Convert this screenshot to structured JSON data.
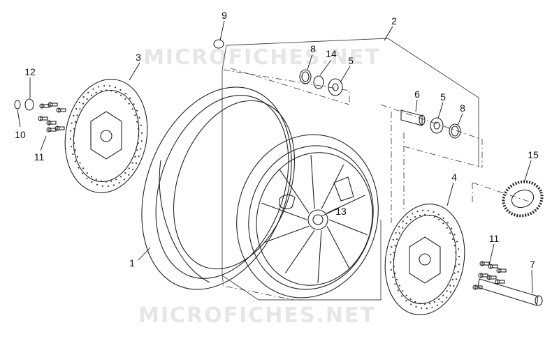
{
  "watermark": {
    "text": "MICROFICHES.NET",
    "color": "#e6e6e6"
  },
  "callouts": [
    {
      "id": "1",
      "label": "1"
    },
    {
      "id": "2",
      "label": "2"
    },
    {
      "id": "3",
      "label": "3"
    },
    {
      "id": "4",
      "label": "4"
    },
    {
      "id": "5a",
      "label": "5"
    },
    {
      "id": "5b",
      "label": "5"
    },
    {
      "id": "6",
      "label": "6"
    },
    {
      "id": "7",
      "label": "7"
    },
    {
      "id": "8a",
      "label": "8"
    },
    {
      "id": "8b",
      "label": "8"
    },
    {
      "id": "9",
      "label": "9"
    },
    {
      "id": "10",
      "label": "10"
    },
    {
      "id": "11a",
      "label": "11"
    },
    {
      "id": "11b",
      "label": "11"
    },
    {
      "id": "12",
      "label": "12"
    },
    {
      "id": "13",
      "label": "13"
    },
    {
      "id": "14",
      "label": "14"
    },
    {
      "id": "15",
      "label": "15"
    }
  ],
  "colors": {
    "line": "#222222",
    "background": "#ffffff",
    "disc_holes": "#333333"
  }
}
